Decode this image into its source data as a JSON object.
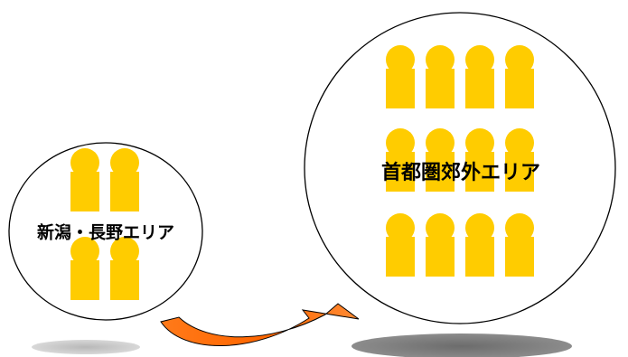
{
  "areas": {
    "niigata_nagano": {
      "label": "新潟・長野エリア",
      "people_count": 4
    },
    "suburban_tokyo": {
      "label": "首都圏郊外エリア",
      "people_count": 12
    }
  },
  "colors": {
    "person": "#ffcc00",
    "circle_stroke": "#000000",
    "arrow": "#ff6600",
    "shadow_small": "#c8c8c8",
    "shadow_large": "#808080",
    "label_text": "#000000"
  },
  "icons": {
    "person": "person-icon",
    "arrow": "curved-arrow-icon"
  }
}
